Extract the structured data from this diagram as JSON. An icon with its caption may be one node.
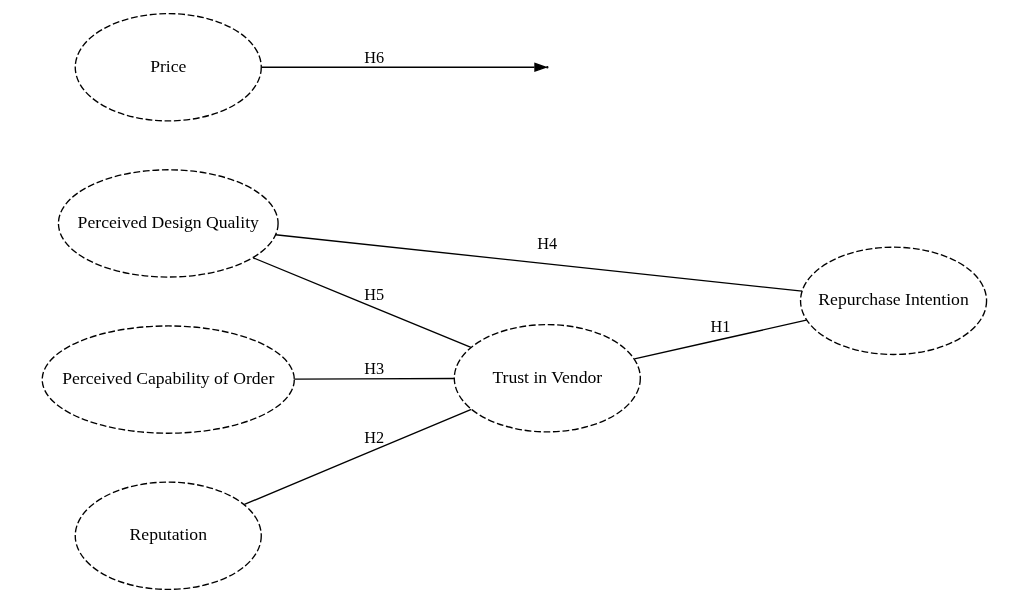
{
  "diagram": {
    "nodes": [
      {
        "text": [
          "Perceived Design Quality"
        ]
      },
      {
        "text": [
          "Perceived Capability of Order"
        ]
      },
      {
        "text": [
          "Reputation"
        ]
      },
      {
        "text": [
          "Trust in Vendor"
        ]
      },
      {
        "text": [
          "Price"
        ]
      },
      {
        "text": [
          "Repurchase Intention"
        ]
      }
    ],
    "edges": [
      {
        "from": 0,
        "to": 3,
        "arrow": "none",
        "label": "H5"
      },
      {
        "from": 1,
        "to": 3,
        "arrow": "none",
        "label": "H3"
      },
      {
        "from": 2,
        "to": 3,
        "arrow": "none",
        "label": "H2"
      },
      {
        "from": 0,
        "to": 5,
        "arrow": "none",
        "label": "H4"
      },
      {
        "from": 3,
        "to": 5,
        "arrow": "none",
        "label": "H1"
      },
      {
        "from": 4,
        "to": null,
        "arrow": "to",
        "label": "H6"
      }
    ]
  }
}
